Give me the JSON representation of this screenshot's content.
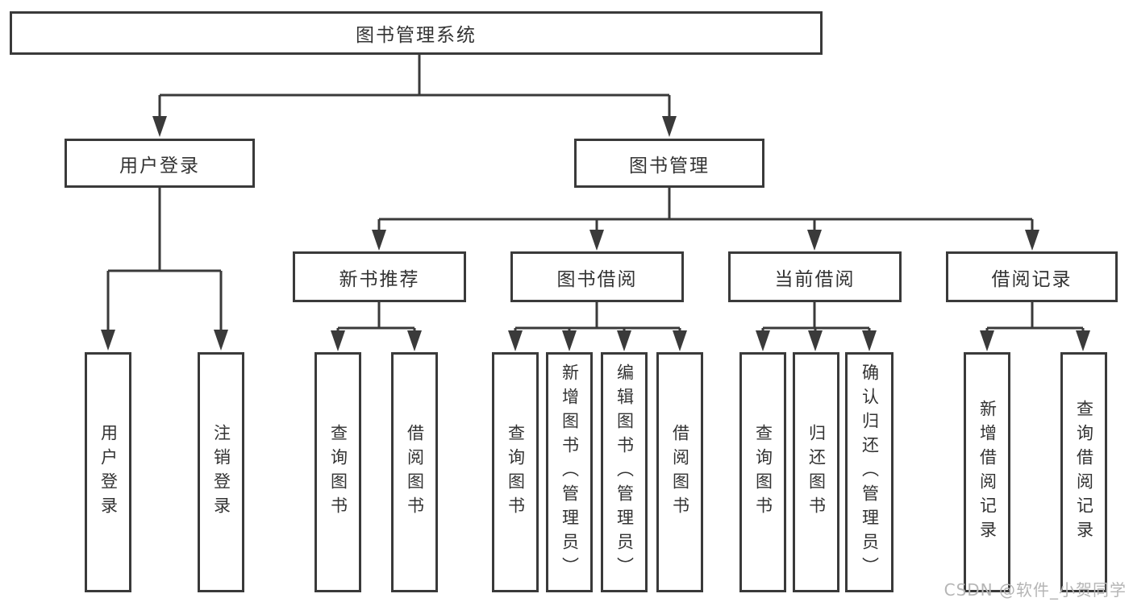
{
  "diagram": {
    "title": "图书管理系统",
    "type": "tree",
    "colors": {
      "background": "#ffffff",
      "box_border": "#3a3a3a",
      "line": "#3a3a3a",
      "text": "#333333",
      "watermark_text": "#b5b5b5"
    },
    "nodes": {
      "root": {
        "label": "图书管理系统"
      },
      "level1": [
        {
          "label": "用户登录"
        },
        {
          "label": "图书管理"
        }
      ],
      "level2": [
        {
          "label": "新书推荐",
          "parent": "图书管理"
        },
        {
          "label": "图书借阅",
          "parent": "图书管理"
        },
        {
          "label": "当前借阅",
          "parent": "图书管理"
        },
        {
          "label": "借阅记录",
          "parent": "图书管理"
        }
      ],
      "leaves": {
        "user_login": [
          {
            "label": "用户登录"
          },
          {
            "label": "注销登录"
          }
        ],
        "new_book": [
          {
            "label": "查询图书"
          },
          {
            "label": "借阅图书"
          }
        ],
        "book_borrow": [
          {
            "label": "查询图书"
          },
          {
            "label": "新增图书（管理员）"
          },
          {
            "label": "编辑图书（管理员）"
          },
          {
            "label": "借阅图书"
          }
        ],
        "current_borrow": [
          {
            "label": "查询图书"
          },
          {
            "label": "归还图书"
          },
          {
            "label": "确认归还（管理员）"
          }
        ],
        "borrow_record": [
          {
            "label": "新增借阅记录"
          },
          {
            "label": "查询借阅记录"
          }
        ]
      }
    }
  },
  "watermark": "CSDN @软件_小贺同学"
}
